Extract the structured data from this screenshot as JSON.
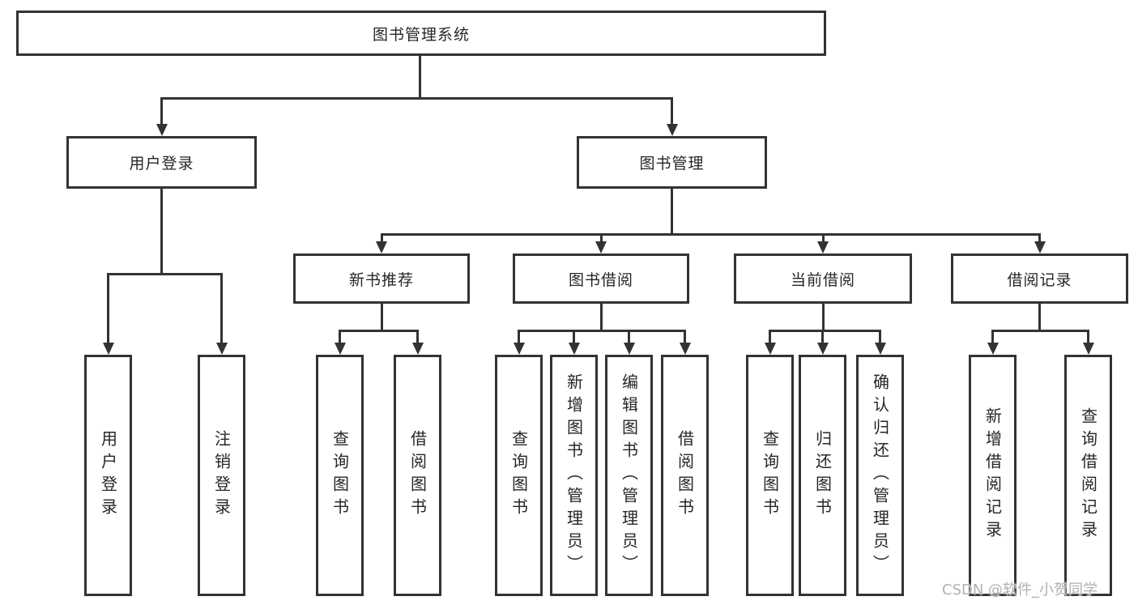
{
  "diagram": {
    "type": "hierarchy-tree",
    "root": "图书管理系统",
    "level2": {
      "user_login": "用户登录",
      "book_management": "图书管理"
    },
    "level3": {
      "new_book_recommend": "新书推荐",
      "book_borrowing": "图书借阅",
      "current_borrowing": "当前借阅",
      "borrowing_records": "借阅记录"
    },
    "leaves": {
      "user_login": "用户登录",
      "logout": "注销登录",
      "nbr_query_books": "查询图书",
      "nbr_borrow_books": "借阅图书",
      "bb_query_books": "查询图书",
      "bb_add_books_admin": "新增图书（管理员）",
      "bb_edit_books_admin": "编辑图书（管理员）",
      "bb_borrow_books": "借阅图书",
      "cb_query_books": "查询图书",
      "cb_return_books": "归还图书",
      "cb_confirm_return_admin": "确认归还（管理员）",
      "br_add_record": "新增借阅记录",
      "br_query_record": "查询借阅记录"
    }
  },
  "watermark": "CSDN @软件_小贺同学",
  "colors": {
    "line": "#333333",
    "text": "#262626",
    "background": "#ffffff",
    "watermark": "#b0b0b0"
  }
}
